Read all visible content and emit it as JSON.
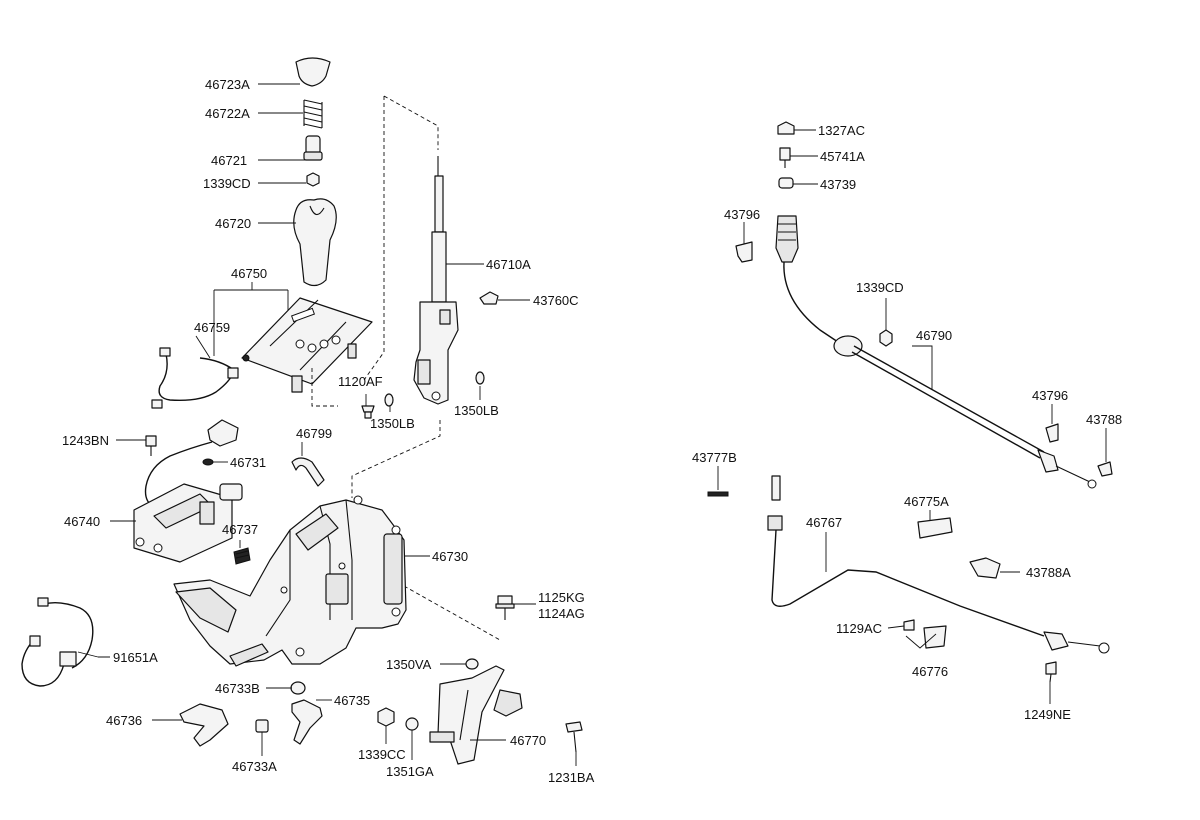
{
  "labels": {
    "p46723A": "46723A",
    "p46722A": "46722A",
    "p46721": "46721",
    "p1339CD_a": "1339CD",
    "p46720": "46720",
    "p46750": "46750",
    "p46759": "46759",
    "p1120AF": "1120AF",
    "p1350LB_a": "1350LB",
    "p1350LB_b": "1350LB",
    "p46710A": "46710A",
    "p43760C": "43760C",
    "p1243BN": "1243BN",
    "p46731": "46731",
    "p46799": "46799",
    "p46740": "46740",
    "p46737": "46737",
    "p46730": "46730",
    "p1125KG": "1125KG",
    "p1124AG": "1124AG",
    "p91651A": "91651A",
    "p1350VA": "1350VA",
    "p46733B": "46733B",
    "p46735": "46735",
    "p46736": "46736",
    "p46733A": "46733A",
    "p1339CC": "1339CC",
    "p1351GA": "1351GA",
    "p46770": "46770",
    "p1231BA": "1231BA",
    "p1327AC": "1327AC",
    "p45741A": "45741A",
    "p43739": "43739",
    "p43796_a": "43796",
    "p1339CD_b": "1339CD",
    "p46790": "46790",
    "p43796_b": "43796",
    "p43788": "43788",
    "p43777B": "43777B",
    "p46767": "46767",
    "p46775A": "46775A",
    "p43788A": "43788A",
    "p1129AC": "1129AC",
    "p46776": "46776",
    "p1249NE": "1249NE"
  }
}
